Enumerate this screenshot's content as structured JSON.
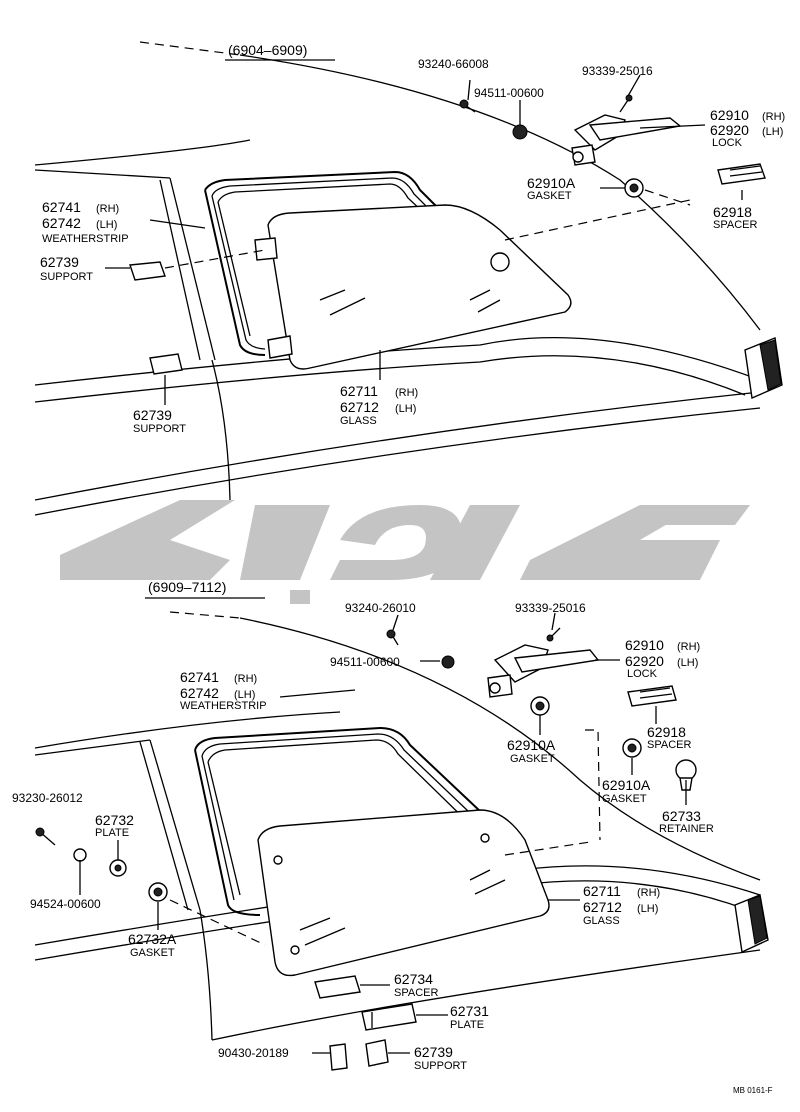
{
  "top_section": {
    "range": "(6904–6909)",
    "labels": {
      "p93240": "93240-66008",
      "p94511": "94511-00600",
      "p93339": "93339-25016",
      "lock_rh": "62910",
      "lock_rh_side": "(RH)",
      "lock_lh": "62920",
      "lock_lh_side": "(LH)",
      "lock_name": "LOCK",
      "gasket_no": "62910A",
      "gasket_name": "GASKET",
      "spacer_no": "62918",
      "spacer_name": "SPACER",
      "ws_rh": "62741",
      "ws_rh_side": "(RH)",
      "ws_lh": "62742",
      "ws_lh_side": "(LH)",
      "ws_name": "WEATHERSTRIP",
      "support_a_no": "62739",
      "support_a_name": "SUPPORT",
      "support_b_no": "62739",
      "support_b_name": "SUPPORT",
      "glass_rh": "62711",
      "glass_rh_side": "(RH)",
      "glass_lh": "62712",
      "glass_lh_side": "(LH)",
      "glass_name": "GLASS"
    }
  },
  "bottom_section": {
    "range": "(6909–7112)",
    "labels": {
      "p93240": "93240-26010",
      "p94511": "94511-00600",
      "p93339": "93339-25016",
      "lock_rh": "62910",
      "lock_rh_side": "(RH)",
      "lock_lh": "62920",
      "lock_lh_side": "(LH)",
      "lock_name": "LOCK",
      "ws_rh": "62741",
      "ws_rh_side": "(RH)",
      "ws_lh": "62742",
      "ws_lh_side": "(LH)",
      "ws_name": "WEATHERSTRIP",
      "spacer_no": "62918",
      "spacer_name": "SPACER",
      "gasket_a_no": "62910A",
      "gasket_a_name": "GASKET",
      "gasket_b_no": "62910A",
      "gasket_b_name": "GASKET",
      "retainer_no": "62733",
      "retainer_name": "RETAINER",
      "p93230": "93230-26012",
      "plate_no": "62732",
      "plate_name": "PLATE",
      "p94524": "94524-00600",
      "gasket_c_no": "62732A",
      "gasket_c_name": "GASKET",
      "glass_rh": "62711",
      "glass_rh_side": "(RH)",
      "glass_lh": "62712",
      "glass_lh_side": "(LH)",
      "glass_name": "GLASS",
      "spacer2_no": "62734",
      "spacer2_name": "SPACER",
      "plate2_no": "62731",
      "plate2_name": "PLATE",
      "p90430": "90430-20189",
      "support_no": "62739",
      "support_name": "SUPPORT"
    }
  },
  "footer": {
    "code": "MB 0161-F"
  }
}
